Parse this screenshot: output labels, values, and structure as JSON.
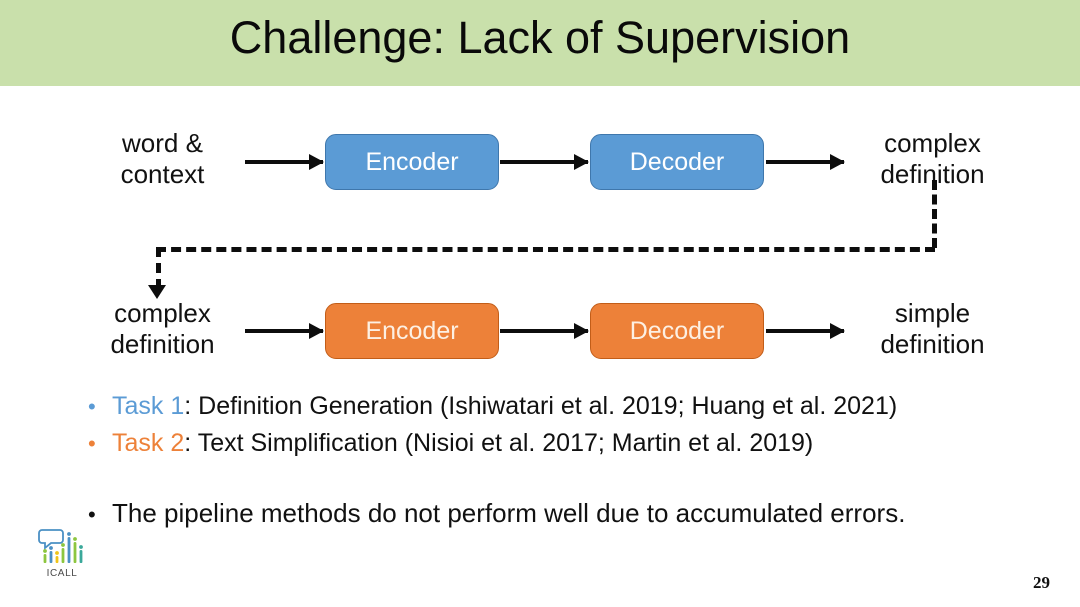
{
  "slide": {
    "title": "Challenge: Lack of Supervision",
    "page_number": "29",
    "title_band_color": "#c9e0ab",
    "background_color": "#ffffff"
  },
  "diagram": {
    "rows": [
      {
        "id": "task1-pipeline",
        "color": "#5b9bd5",
        "input_label_line1": "word &",
        "input_label_line2": "context",
        "box1": "Encoder",
        "box2": "Decoder",
        "output_label_line1": "complex",
        "output_label_line2": "definition"
      },
      {
        "id": "task2-pipeline",
        "color": "#ed8139",
        "input_label_line1": "complex",
        "input_label_line2": "definition",
        "box1": "Encoder",
        "box2": "Decoder",
        "output_label_line1": "simple",
        "output_label_line2": "definition"
      }
    ],
    "feedback_connector": "dashed-arrow-from-complex-definition-to-complex-definition"
  },
  "bullets": [
    {
      "marker_color": "#5b9bd5",
      "bullet": "•",
      "tag": "Task 1",
      "rest": ": Definition Generation (Ishiwatari et al. 2019; Huang et al. 2021)"
    },
    {
      "marker_color": "#ed8139",
      "bullet": "•",
      "tag": "Task 2",
      "rest": ": Text Simplification (Nisioi et al. 2017; Martin et al. 2019)"
    }
  ],
  "summary": {
    "bullet": "•",
    "text": "The pipeline methods do not perform well due to accumulated errors."
  },
  "logo": {
    "name": "ICALL",
    "label": "ICALL"
  }
}
